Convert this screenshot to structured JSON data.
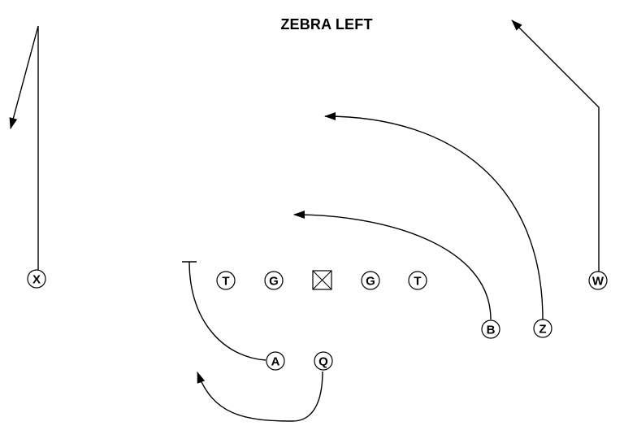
{
  "play": {
    "title": "ZEBRA LEFT"
  },
  "players": {
    "x": "X",
    "lt": "T",
    "lg": "G",
    "rg": "G",
    "rt": "T",
    "w": "W",
    "b": "B",
    "z": "Z",
    "a": "A",
    "q": "Q"
  },
  "colors": {
    "ink": "#000000",
    "background": "#ffffff"
  }
}
